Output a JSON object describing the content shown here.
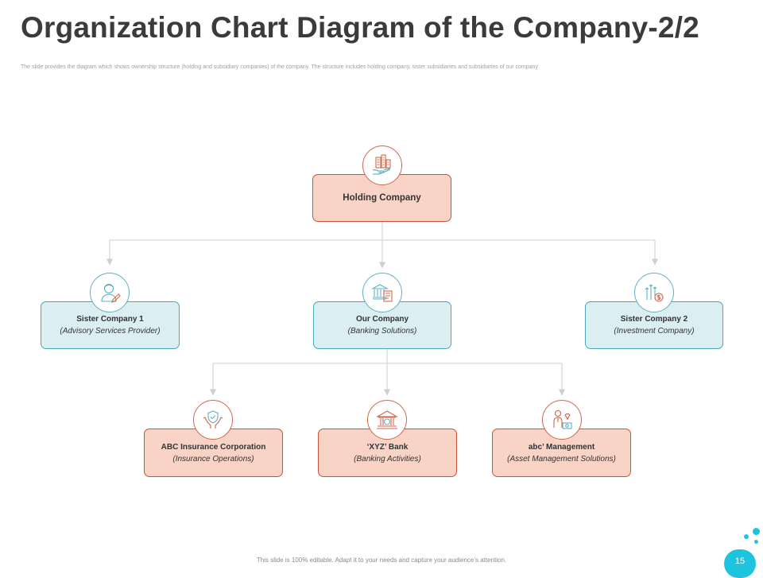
{
  "title": "Organization Chart Diagram of the Company-2/2",
  "subtitle": "The slide provides the diagram which shows ownership structure (holding and subsidiary companies) of the company. The structure includes holding company, sister subsidiaries and subsidiaries of our company",
  "nodes": {
    "holding": {
      "name": "Holding Company",
      "icon": "buildings-hand-icon"
    },
    "sister1": {
      "name": "Sister Company 1",
      "desc": "(Advisory Services Provider)",
      "icon": "advisor-person-icon"
    },
    "our": {
      "name": "Our Company",
      "desc": "(Banking Solutions)",
      "icon": "bank-document-icon"
    },
    "sister2": {
      "name": "Sister Company 2",
      "desc": "(Investment Company)",
      "icon": "growth-coin-icon"
    },
    "abc_insurance": {
      "name": "ABC Insurance Corporation",
      "desc": "(Insurance Operations)",
      "icon": "shield-hands-icon"
    },
    "xyz_bank": {
      "name": "‘XYZ’ Bank",
      "desc": "(Banking Activities)",
      "icon": "bank-icon"
    },
    "abc_management": {
      "name": "abc’ Management",
      "desc": "(Asset Management Solutions)",
      "icon": "manager-money-icon"
    }
  },
  "colors": {
    "coral_fill": "#f9d3c6",
    "coral_border": "#c8553a",
    "teal_fill": "#dbeef2",
    "teal_border": "#4aa6b9",
    "connector": "#d6d6d6",
    "accent": "#1ec3de"
  },
  "footer": "This slide is 100% editable. Adapt it to your needs and capture your audience’s attention.",
  "page_number": "15"
}
